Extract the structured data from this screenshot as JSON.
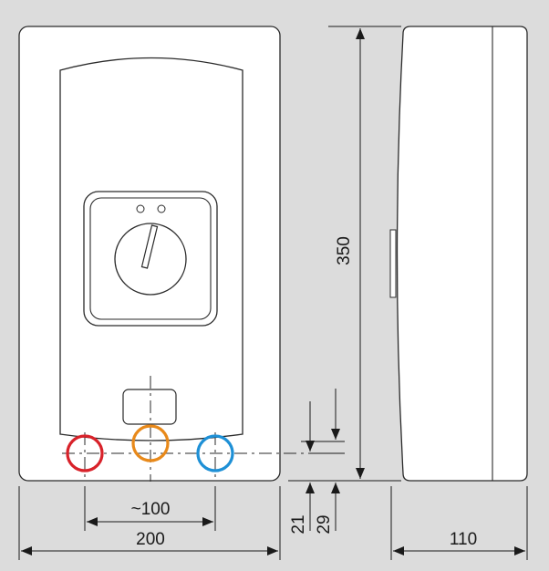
{
  "colors": {
    "background": "#dcdcdc",
    "body": "#ffffff",
    "outline": "#2a2a2a",
    "dimension": "#1a1a1a",
    "connection_left": "#d8222a",
    "connection_middle": "#e8891a",
    "connection_right": "#1e90d6"
  },
  "dimensions": {
    "height": "350",
    "width": "200",
    "depth": "110",
    "connection_spacing": "~100",
    "offset_a": "21",
    "offset_b": "29"
  },
  "icons": {
    "knob": "rotary-temperature-knob",
    "connections": [
      "cold-water-inlet-ring",
      "electric-connection-ring",
      "hot-water-outlet-ring"
    ]
  }
}
